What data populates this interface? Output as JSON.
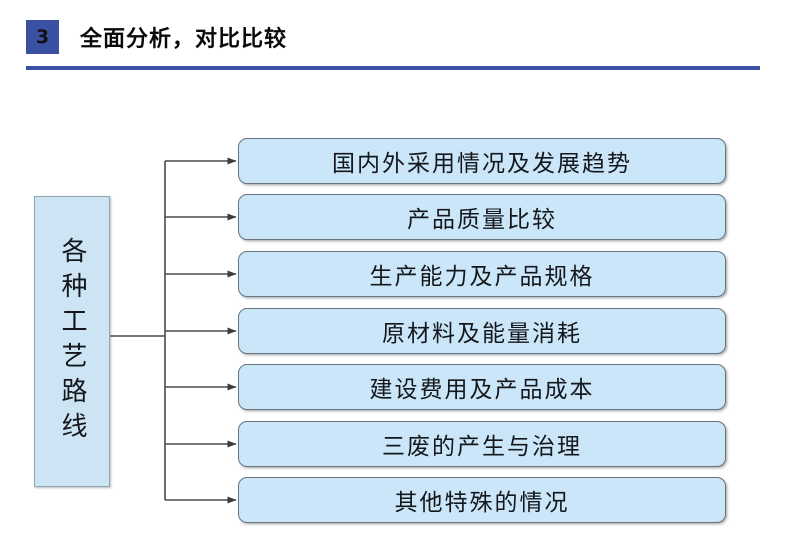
{
  "header": {
    "badge_number": "3",
    "title": "全面分析，对比比较",
    "accent_color": "#3a51a3",
    "rule_color": "#3a51a3"
  },
  "diagram": {
    "type": "tree",
    "orientation": "left-to-right",
    "node_fill": "#cbe6f9",
    "node_border": "#69757e",
    "connector_color": "#4a4a4a",
    "root": {
      "label": "各种工艺路线",
      "text_direction": "vertical"
    },
    "branches": [
      {
        "label": "国内外采用情况及发展趋势"
      },
      {
        "label": "产品质量比较"
      },
      {
        "label": "生产能力及产品规格"
      },
      {
        "label": "原材料及能量消耗"
      },
      {
        "label": "建设费用及产品成本"
      },
      {
        "label": "三废的产生与治理"
      },
      {
        "label": "其他特殊的情况"
      }
    ]
  }
}
